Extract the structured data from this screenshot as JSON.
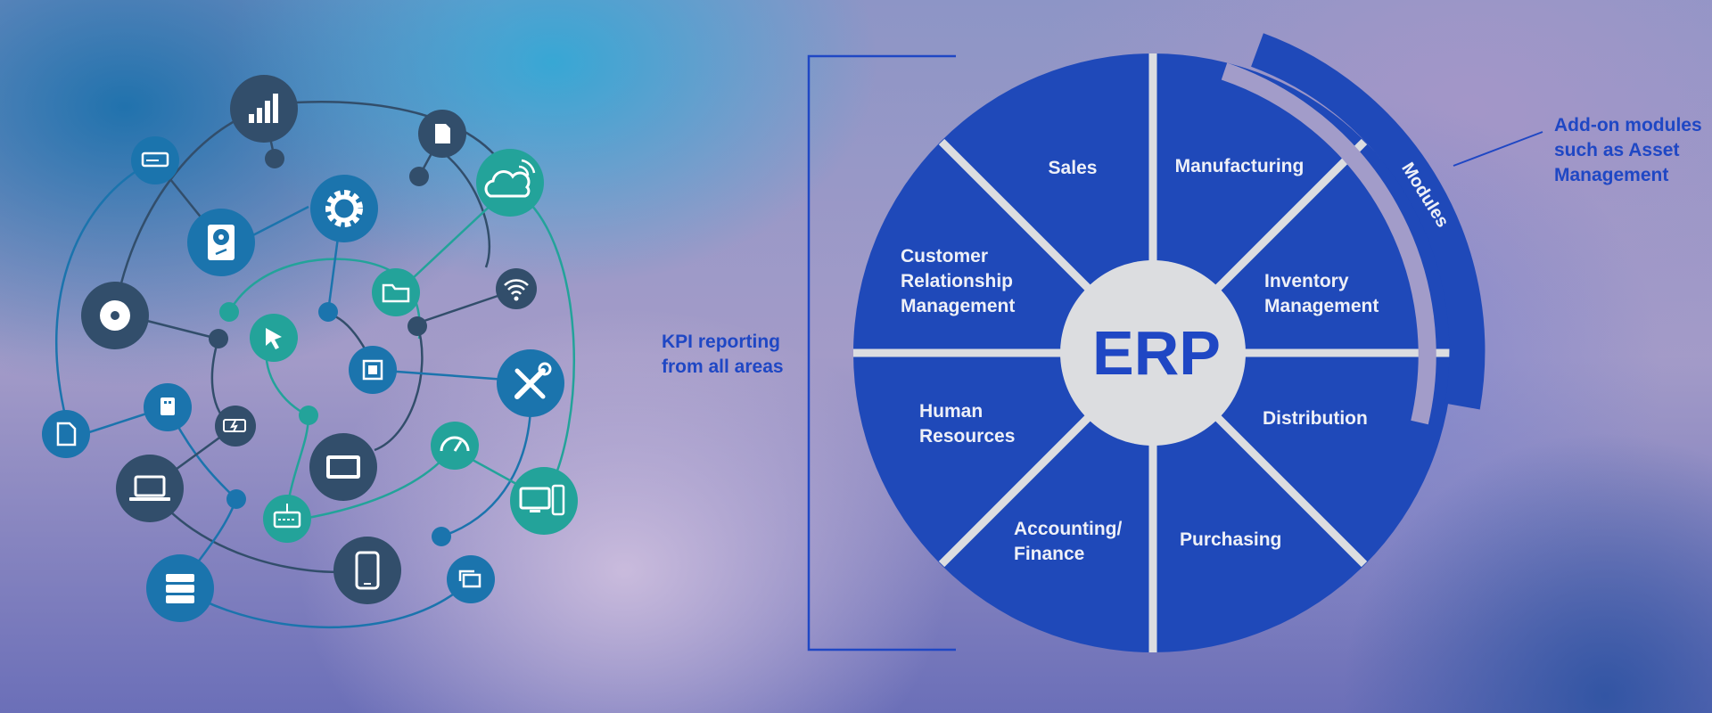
{
  "erp": {
    "center_label": "ERP",
    "segments": {
      "sales": [
        "Sales"
      ],
      "manufacturing": [
        "Manufacturing"
      ],
      "crm": [
        "Customer",
        "Relationship",
        "Management"
      ],
      "inventory": [
        "Inventory",
        "Management"
      ],
      "hr": [
        "Human",
        "Resources"
      ],
      "distribution": [
        "Distribution"
      ],
      "accounting": [
        "Accounting/",
        "Finance"
      ],
      "purchasing": [
        "Purchasing"
      ]
    },
    "modules_label": "Modules"
  },
  "kpi_label": [
    "KPI reporting",
    "from all areas"
  ],
  "addon_label": [
    "Add-on modules",
    "such as Asset",
    "Management"
  ],
  "colors": {
    "segment_blue": "#1f49b9",
    "center_gray": "#dcdde0",
    "label_blue": "#1f47c4",
    "teal": "#23a39a",
    "navy": "#324e6b",
    "mid_blue": "#1b74ad"
  },
  "icons": [
    "bar-chart-icon",
    "sd-card-icon",
    "hard-drive-icon",
    "gear-icon",
    "cloud-icon",
    "harddisk-icon",
    "folder-icon",
    "wifi-icon",
    "disc-icon",
    "cursor-icon",
    "chip-icon",
    "tools-icon",
    "document-icon",
    "usb-icon",
    "battery-icon",
    "tablet-icon",
    "speedometer-icon",
    "laptop-icon",
    "keyboard-icon",
    "desktop-computer-icon",
    "smartphone-icon",
    "server-icon",
    "windows-icon"
  ]
}
